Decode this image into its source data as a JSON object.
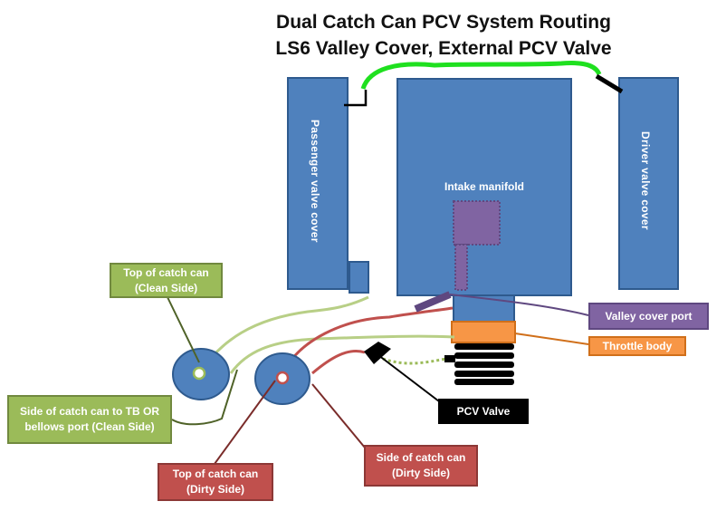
{
  "title": {
    "line1": "Dual Catch Can PCV System Routing",
    "line2": "LS6 Valley Cover, External PCV Valve"
  },
  "components": {
    "passenger_valve_cover": "Passenger valve cover",
    "driver_valve_cover": "Driver valve cover",
    "intake_manifold": "Intake manifold"
  },
  "callouts": {
    "top_clean_line1": "Top of catch can",
    "top_clean_line2": "(Clean Side)",
    "side_clean_line1": "Side of catch can to TB OR",
    "side_clean_line2": "bellows port (Clean Side)",
    "top_dirty_line1": "Top of catch can",
    "top_dirty_line2": "(Dirty Side)",
    "side_dirty_line1": "Side of catch can",
    "side_dirty_line2": "(Dirty Side)",
    "pcv_valve": "PCV Valve",
    "valley_cover_port": "Valley cover port",
    "throttle_body": "Throttle body"
  },
  "colors": {
    "engine_blue": "#4f81bd",
    "blue_border": "#2e5a8e",
    "green_hose": "#1fe01f",
    "clean_green": "#9bbb59",
    "dirty_red": "#c0504d",
    "purple": "#8064a2",
    "orange": "#f79646",
    "black": "#000000"
  }
}
